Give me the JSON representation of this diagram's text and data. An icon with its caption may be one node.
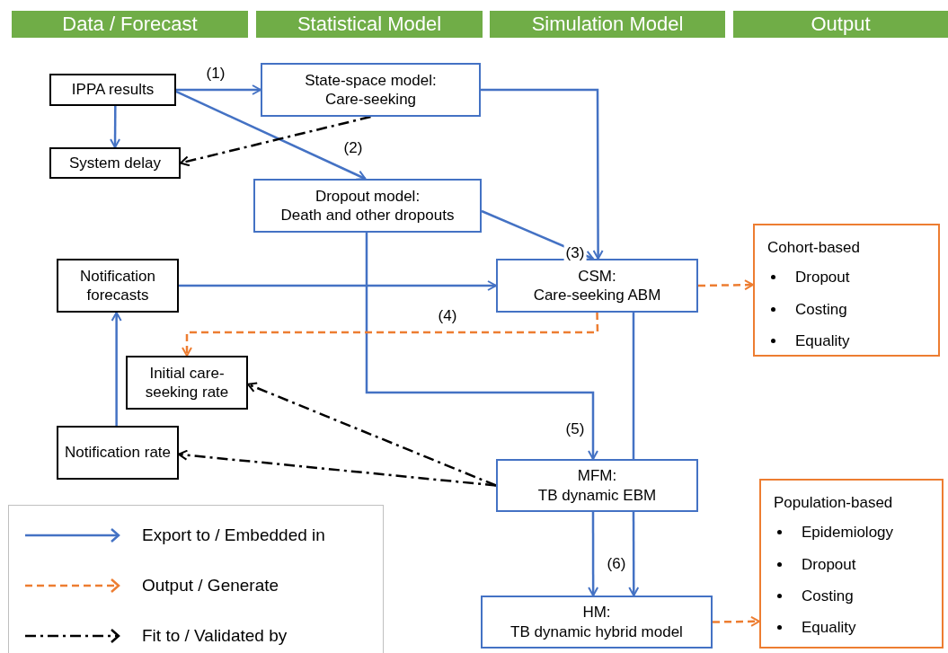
{
  "diagram": {
    "nodes": [
      {
        "text": [
          "Data / Forecast"
        ]
      },
      {
        "text": [
          "Statistical Model"
        ]
      },
      {
        "text": [
          "Simulation Model"
        ]
      },
      {
        "text": [
          "Output"
        ]
      },
      {
        "text": [
          "IPPA results"
        ]
      },
      {
        "text": [
          "State-space model: Care-seeking"
        ]
      },
      {
        "text": [
          "System delay"
        ]
      },
      {
        "text": [
          "Dropout model: Death and other dropouts"
        ]
      },
      {
        "text": [
          "Notification forecasts"
        ]
      },
      {
        "text": [
          "CSM: Care-seeking ABM"
        ]
      },
      {
        "text": [
          "Cohort-based",
          "Dropout",
          "Costing",
          "Equality"
        ]
      },
      {
        "text": [
          "Initial care-seeking rate"
        ]
      },
      {
        "text": [
          "Notification rate"
        ]
      },
      {
        "text": [
          "MFM: TB dynamic EBM"
        ]
      },
      {
        "text": [
          "Population-based",
          "Epidemiology",
          "Dropout",
          "Costing",
          "Equality"
        ]
      },
      {
        "text": [
          "HM: TB dynamic hybrid model"
        ]
      }
    ],
    "edges": [
      {
        "from": 4,
        "to": 5,
        "arrow": "to",
        "label": "(1)"
      },
      {
        "from": 4,
        "to": 7,
        "arrow": "to",
        "label": "(2)"
      },
      {
        "from": 4,
        "to": 6,
        "arrow": "to"
      },
      {
        "from": 5,
        "to": 6,
        "arrow": "to",
        "style": "dashed",
        "color": "#000000"
      },
      {
        "from": 5,
        "to": 9,
        "arrow": "to"
      },
      {
        "from": 7,
        "to": 9,
        "arrow": "to",
        "label": "(3)"
      },
      {
        "from": 8,
        "to": 9,
        "arrow": "to"
      },
      {
        "from": 7,
        "to": 13,
        "arrow": "to",
        "label": "(5)"
      },
      {
        "from": 9,
        "to": 11,
        "arrow": "to",
        "label": "(4)",
        "style": "dashed",
        "color": "#ed7d31"
      },
      {
        "from": 9,
        "to": 10,
        "arrow": "to",
        "style": "dashed",
        "color": "#ed7d31"
      },
      {
        "from": 12,
        "to": 8,
        "arrow": "to"
      },
      {
        "from": 13,
        "to": 11,
        "arrow": "to",
        "style": "dashed",
        "color": "#000000"
      },
      {
        "from": 13,
        "to": 12,
        "arrow": "to",
        "style": "dashed",
        "color": "#000000"
      },
      {
        "from": 9,
        "to": 13,
        "arrow": "none"
      },
      {
        "from": 13,
        "to": 15,
        "arrow": "to"
      },
      {
        "from": 13,
        "to": 15,
        "arrow": "to",
        "label": "(6)"
      },
      {
        "from": 15,
        "to": 14,
        "arrow": "to",
        "style": "dashed",
        "color": "#ed7d31"
      }
    ],
    "legend": [
      {
        "text": "Export to / Embedded in"
      },
      {
        "text": "Output / Generate"
      },
      {
        "text": "Fit to / Validated by"
      }
    ]
  }
}
